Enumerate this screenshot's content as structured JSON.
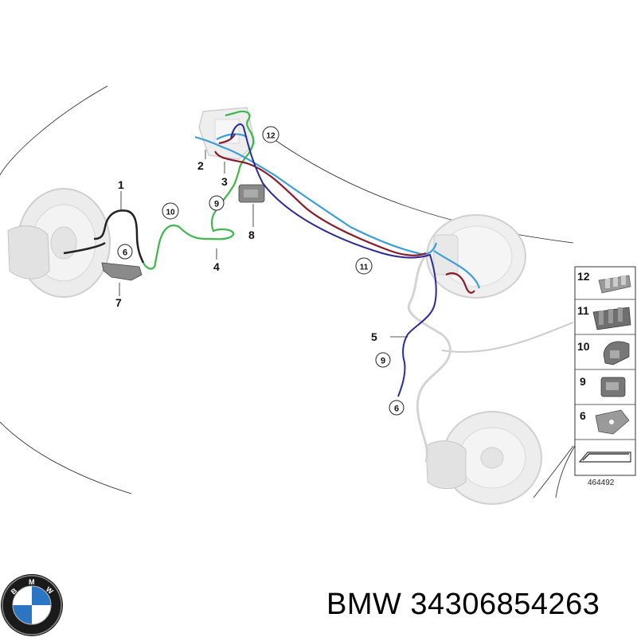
{
  "callouts": {
    "c1": "1",
    "c2": "2",
    "c3": "3",
    "c4": "4",
    "c5": "5",
    "c6a": "6",
    "c6b": "6",
    "c7": "7",
    "c8": "8",
    "c9a": "9",
    "c9b": "9",
    "c10": "10",
    "c11": "11",
    "c12": "12"
  },
  "legend": {
    "items": [
      "12",
      "11",
      "10",
      "9",
      "6"
    ],
    "ref_number": "464492"
  },
  "footer": {
    "brand_text": "BMW 34306854263",
    "logo_letters": "BMW"
  },
  "colors": {
    "green_line": "#3cb84a",
    "blue_line": "#3a9fd8",
    "red_line": "#8b1a2a",
    "navy_line": "#2a2a9a"
  }
}
